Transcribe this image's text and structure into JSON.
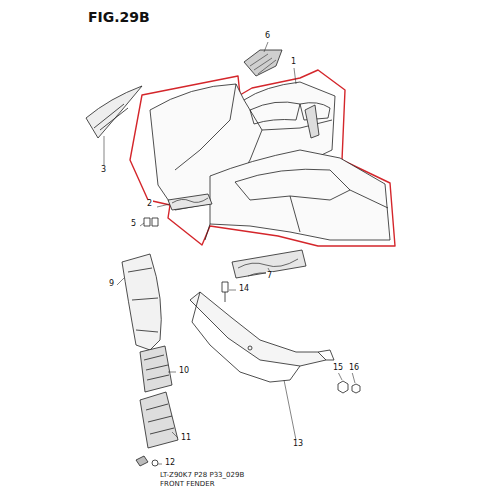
{
  "diagram": {
    "title": "FIG.29B",
    "caption": "FRONT FENDER",
    "labels": [
      "6",
      "1",
      "3",
      "2",
      "5",
      "7",
      "9",
      "14",
      "10",
      "11",
      "12",
      "13",
      "15",
      "16",
      "LT-Z90K7 P28 P33_029B"
    ]
  }
}
